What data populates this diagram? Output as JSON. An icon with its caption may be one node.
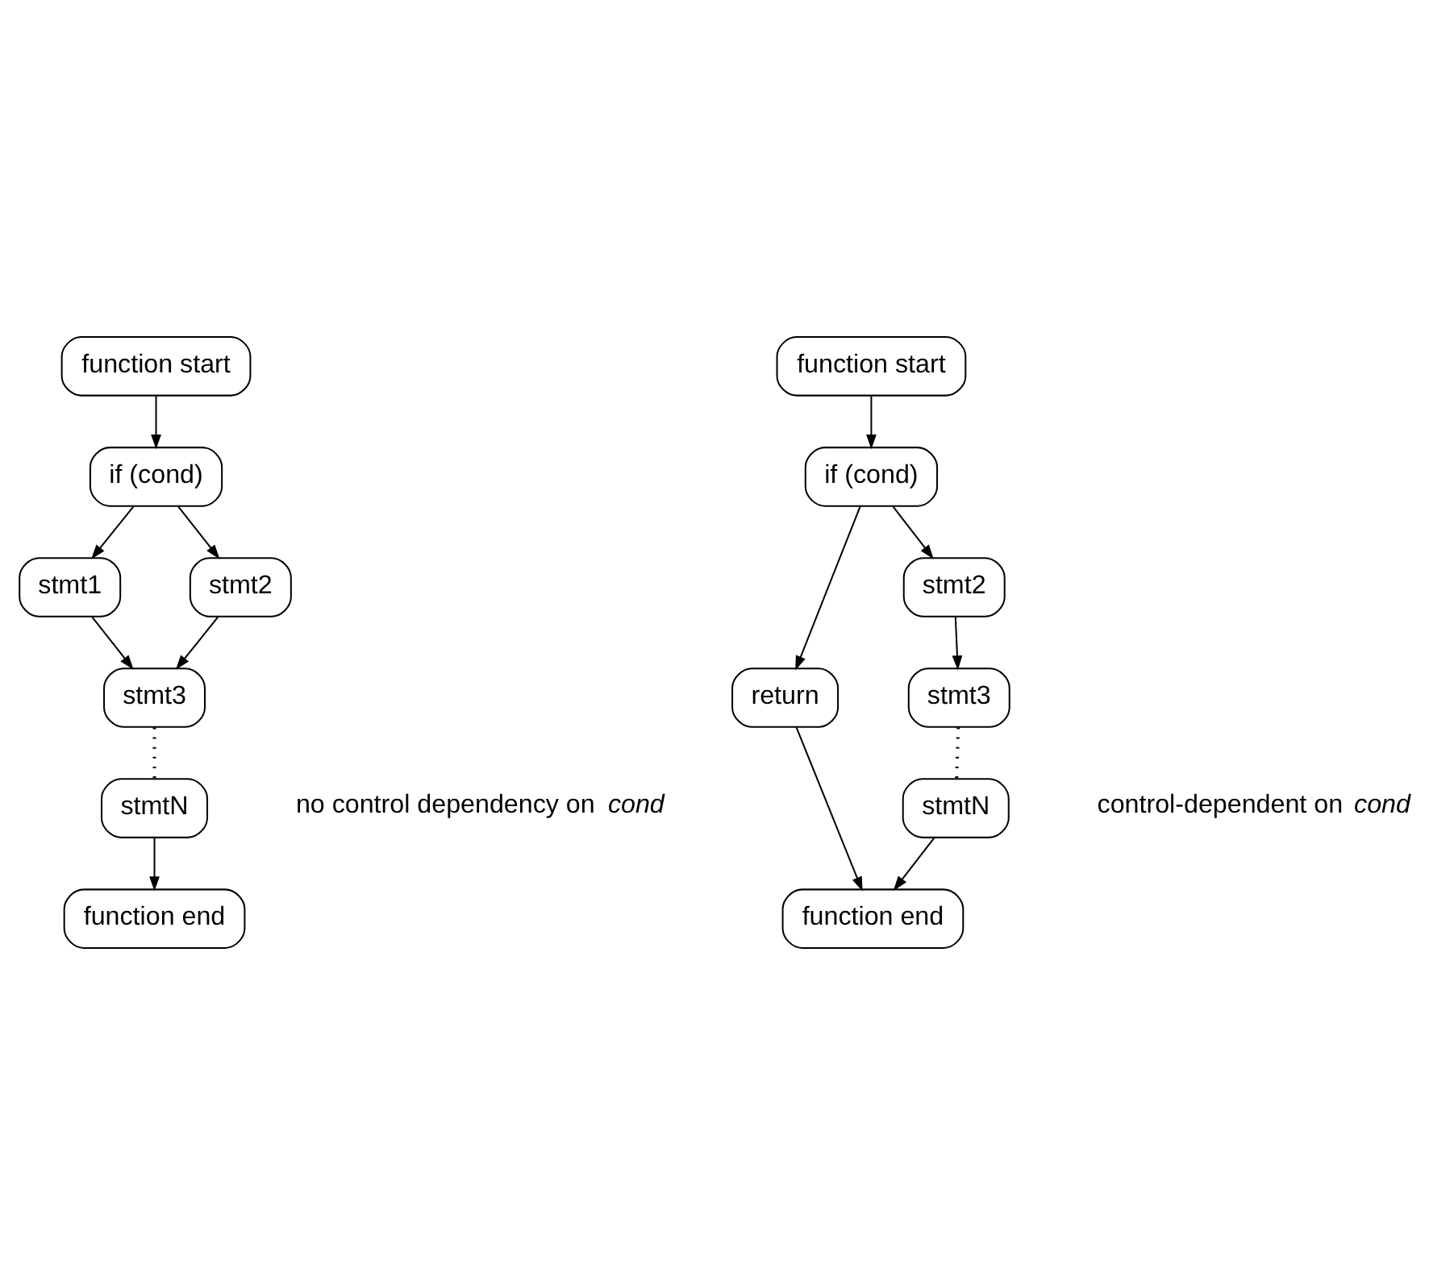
{
  "diagram": {
    "nodes": [
      {
        "text": [
          "function start"
        ]
      },
      {
        "text": [
          "if (cond)"
        ]
      },
      {
        "text": [
          "stmt1"
        ]
      },
      {
        "text": [
          "stmt2"
        ]
      },
      {
        "text": [
          "stmt3"
        ]
      },
      {
        "text": [
          "stmtN"
        ]
      },
      {
        "text": [
          "function end"
        ]
      },
      {
        "text": [
          "function start"
        ]
      },
      {
        "text": [
          "if (cond)"
        ]
      },
      {
        "text": [
          "return"
        ]
      },
      {
        "text": [
          "stmt2"
        ]
      },
      {
        "text": [
          "stmt3"
        ]
      },
      {
        "text": [
          "stmtN"
        ]
      },
      {
        "text": [
          "function end"
        ]
      }
    ],
    "edges": [
      {
        "from": 0,
        "to": 1,
        "arrow": "to"
      },
      {
        "from": 1,
        "to": 2,
        "arrow": "to"
      },
      {
        "from": 1,
        "to": 3,
        "arrow": "to"
      },
      {
        "from": 2,
        "to": 4,
        "arrow": "to"
      },
      {
        "from": 3,
        "to": 4,
        "arrow": "to"
      },
      {
        "from": 4,
        "to": 5,
        "arrow": "none",
        "style": "dashed"
      },
      {
        "from": 5,
        "to": 6,
        "arrow": "to"
      },
      {
        "from": 7,
        "to": 8,
        "arrow": "to"
      },
      {
        "from": 8,
        "to": 9,
        "arrow": "to"
      },
      {
        "from": 8,
        "to": 10,
        "arrow": "to"
      },
      {
        "from": 9,
        "to": 13,
        "arrow": "to"
      },
      {
        "from": 10,
        "to": 11,
        "arrow": "to"
      },
      {
        "from": 11,
        "to": 12,
        "arrow": "none",
        "style": "dashed"
      },
      {
        "from": 12,
        "to": 13,
        "arrow": "to"
      }
    ],
    "labels": [
      "no control dependency on *cond*",
      "control-dependent on *cond*"
    ]
  }
}
